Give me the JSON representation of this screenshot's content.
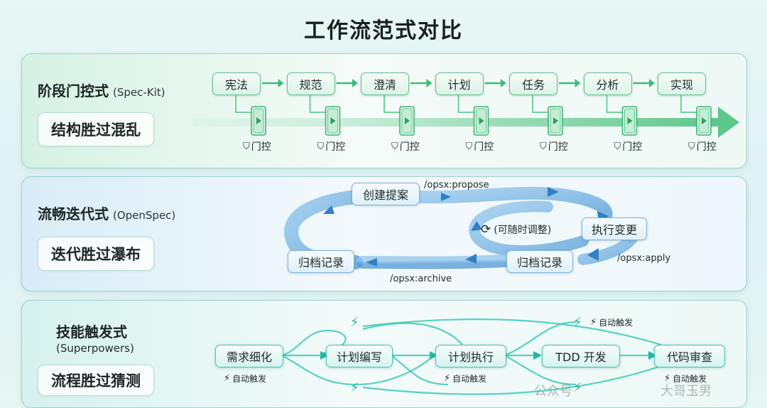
{
  "title": "工作流范式对比",
  "section1": {
    "title": "阶段门控式",
    "subtitle": "(Spec-Kit)",
    "tagline": "结构胜过混乱",
    "stages": [
      "宪法",
      "规范",
      "澄清",
      "计划",
      "任务",
      "分析",
      "实现"
    ],
    "gate_label": "门控"
  },
  "section2": {
    "title": "流畅迭代式",
    "subtitle": "(OpenSpec)",
    "tagline": "迭代胜过瀑布",
    "nodes": {
      "create": "创建提案",
      "execute": "执行变更",
      "archive_right": "归档记录",
      "archive_left": "归档记录"
    },
    "center_note": "(可随时调整)",
    "commands": {
      "propose": "/opsx:propose",
      "apply": "/opsx:apply",
      "archive": "/opsx:archive"
    }
  },
  "section3": {
    "title": "技能触发式",
    "subtitle": "(Superpowers)",
    "tagline": "流程胜过猜测",
    "nodes": [
      "需求细化",
      "计划编写",
      "计划执行",
      "TDD 开发",
      "代码审查"
    ],
    "auto_label": "自动触发"
  },
  "watermark": {
    "left": "公众号",
    "right": "大哥玉男"
  },
  "colors": {
    "green_accent": "#3dbd7a",
    "blue_accent": "#4a97d6",
    "teal_accent": "#22c1ad"
  }
}
